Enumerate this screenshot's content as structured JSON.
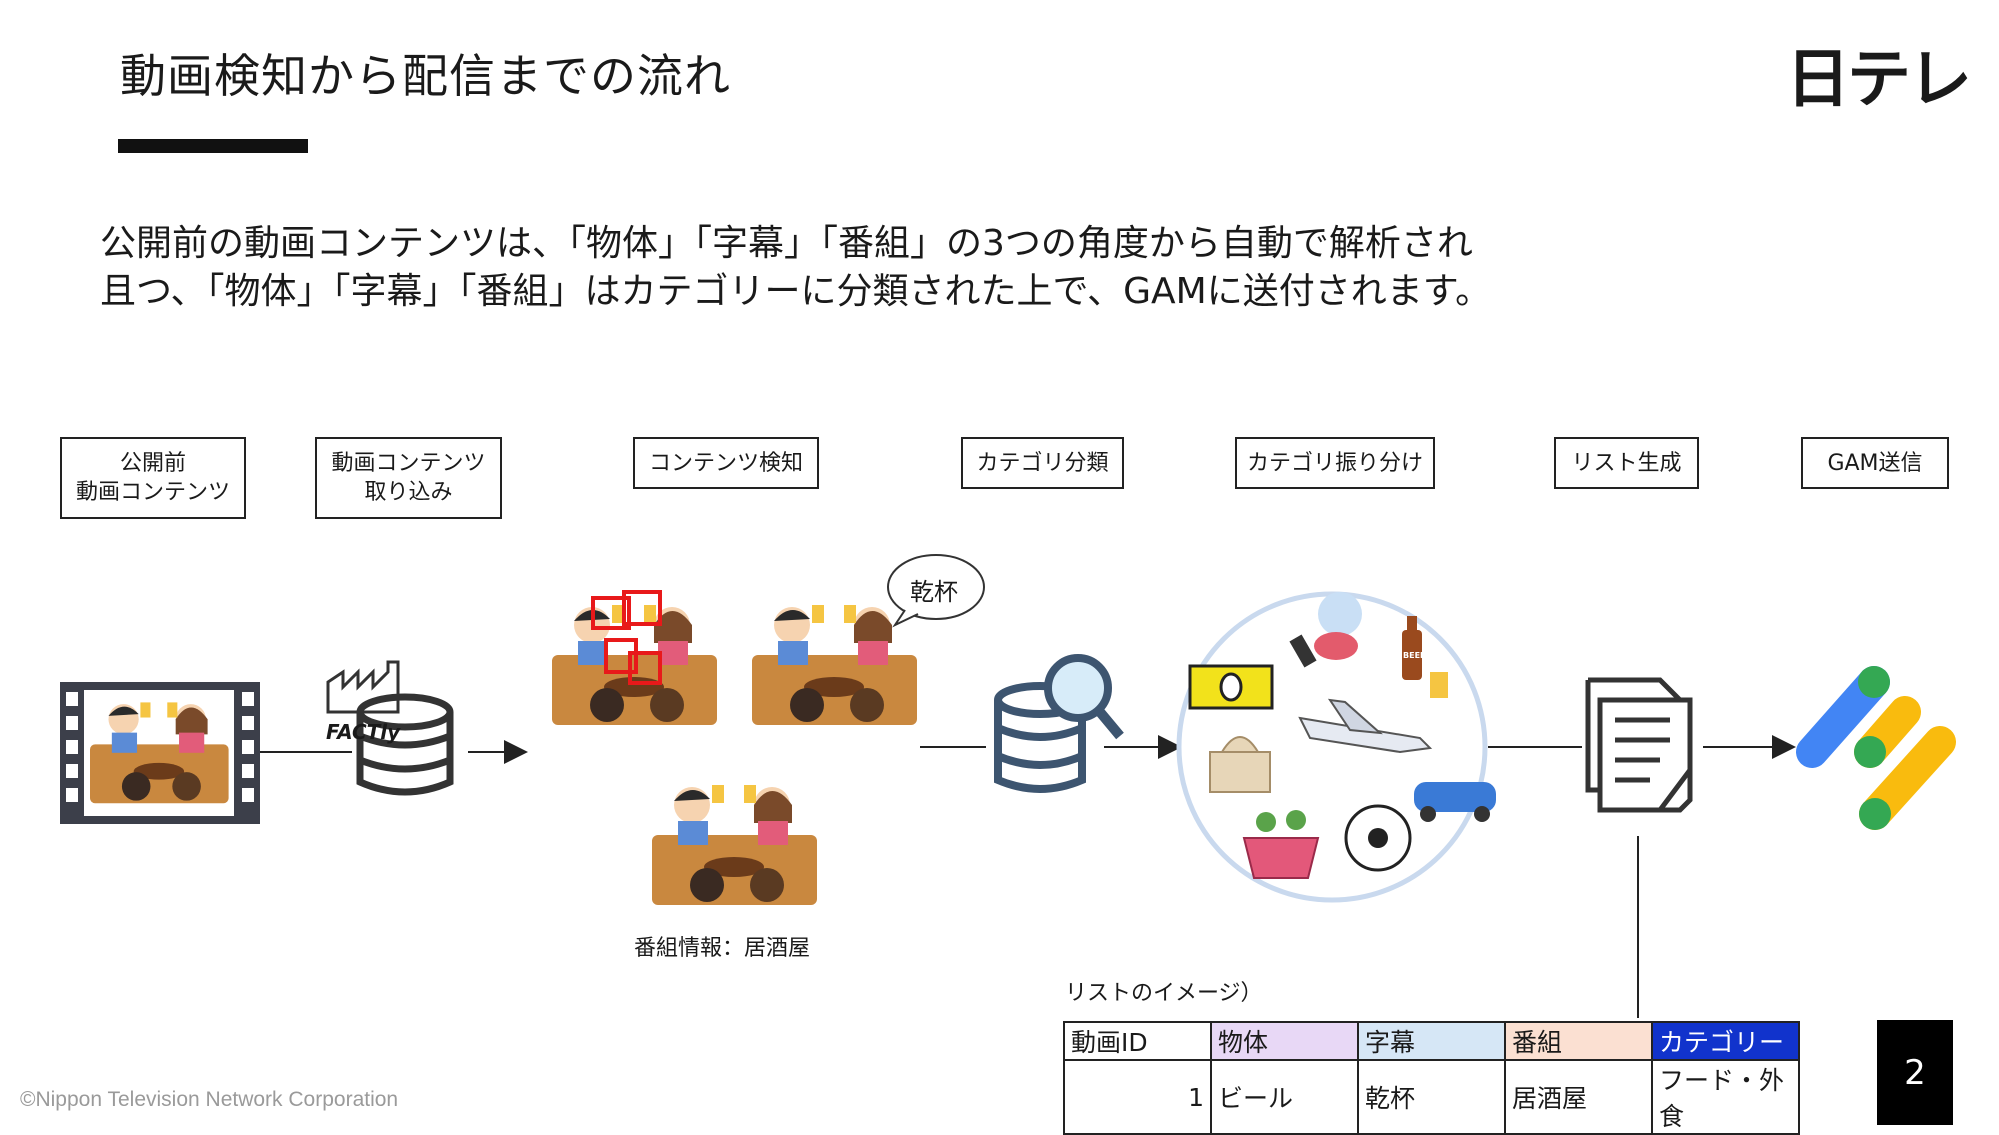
{
  "header": {
    "title": "動画検知から配信までの流れ",
    "logo": "日テレ"
  },
  "description": {
    "line1": "公開前の動画コンテンツは、「物体」「字幕」「番組」の3つの角度から自動で解析され",
    "line2": "且つ、「物体」「字幕」「番組」はカテゴリーに分類された上で、GAMに送付されます。"
  },
  "steps": [
    {
      "label": "公開前\n動画コンテンツ"
    },
    {
      "label": "動画コンテンツ\n取り込み"
    },
    {
      "label": "コンテンツ検知"
    },
    {
      "label": "カテゴリ分類"
    },
    {
      "label": "カテゴリ振り分け"
    },
    {
      "label": "リスト生成"
    },
    {
      "label": "GAM送信"
    }
  ],
  "diagram": {
    "factly_label": "FACTly",
    "subtitle_bubble": "乾杯",
    "program_caption": "番組情報：居酒屋",
    "list_caption": "リストのイメージ）",
    "beer_label": "BEER"
  },
  "list_table": {
    "headers": [
      "動画ID",
      "物体",
      "字幕",
      "番組",
      "カテゴリー"
    ],
    "header_colors": [
      "#ffffff",
      "#e8d8f6",
      "#d6e7f6",
      "#fbe0d2",
      "#1133cc"
    ],
    "row": [
      "1",
      "ビール",
      "乾杯",
      "居酒屋",
      "フード・外食"
    ]
  },
  "footer": {
    "page_number": "2",
    "copyright": "©Nippon Television Network Corporation"
  }
}
